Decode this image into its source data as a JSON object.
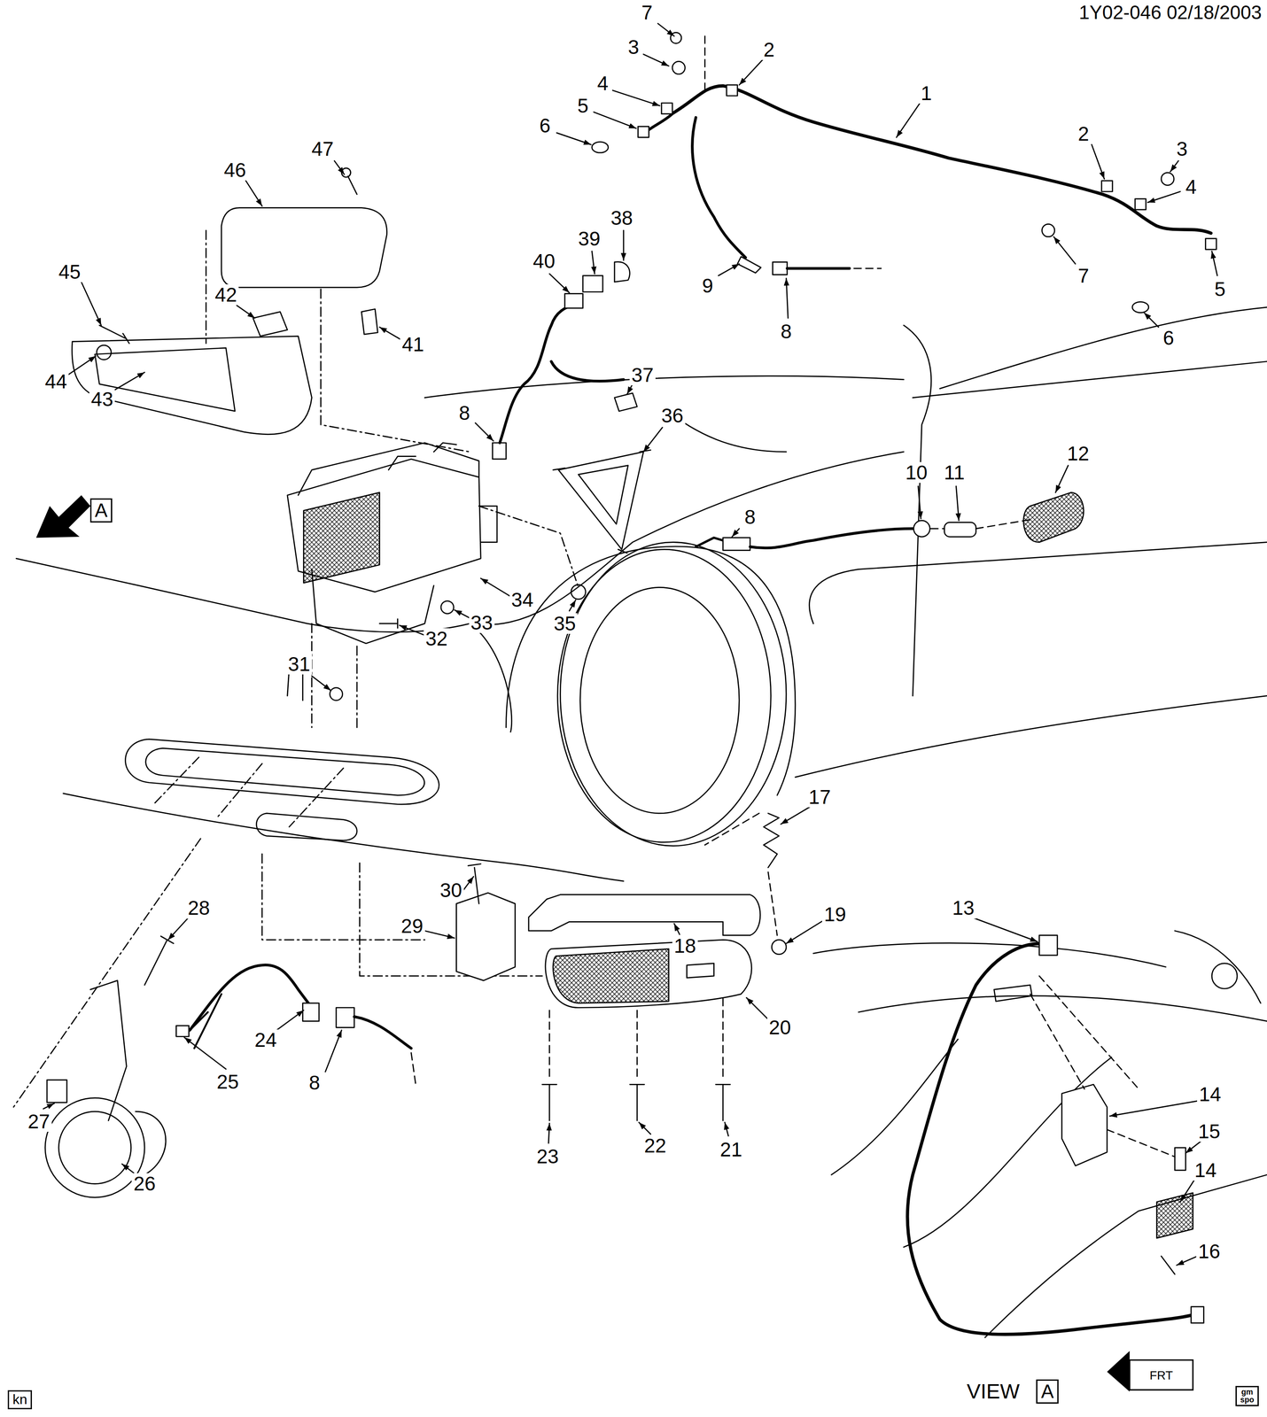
{
  "diagram": {
    "nodes": [
      {
        "text": [
          "A"
        ]
      },
      {
        "text": [
          "A"
        ]
      },
      {
        "text": [
          "kn"
        ]
      },
      {
        "text": [
          "gm spo"
        ]
      }
    ],
    "labels": [
      "1Y02-046 02/18/2003",
      "7",
      "2",
      "3",
      "1",
      "4",
      "5",
      "6",
      "2",
      "3",
      "47",
      "46",
      "4",
      "38",
      "39",
      "40",
      "45",
      "7",
      "9",
      "5",
      "42",
      "8",
      "6",
      "41",
      "37",
      "44",
      "43",
      "8",
      "36",
      "12",
      "10",
      "11",
      "8",
      "34",
      "33",
      "35",
      "32",
      "31",
      "17",
      "30",
      "28",
      "13",
      "19",
      "29",
      "18",
      "20",
      "24",
      "25",
      "8",
      "14",
      "27",
      "15",
      "22",
      "21",
      "23",
      "14",
      "26",
      "16",
      "FRT",
      "VIEW"
    ]
  }
}
